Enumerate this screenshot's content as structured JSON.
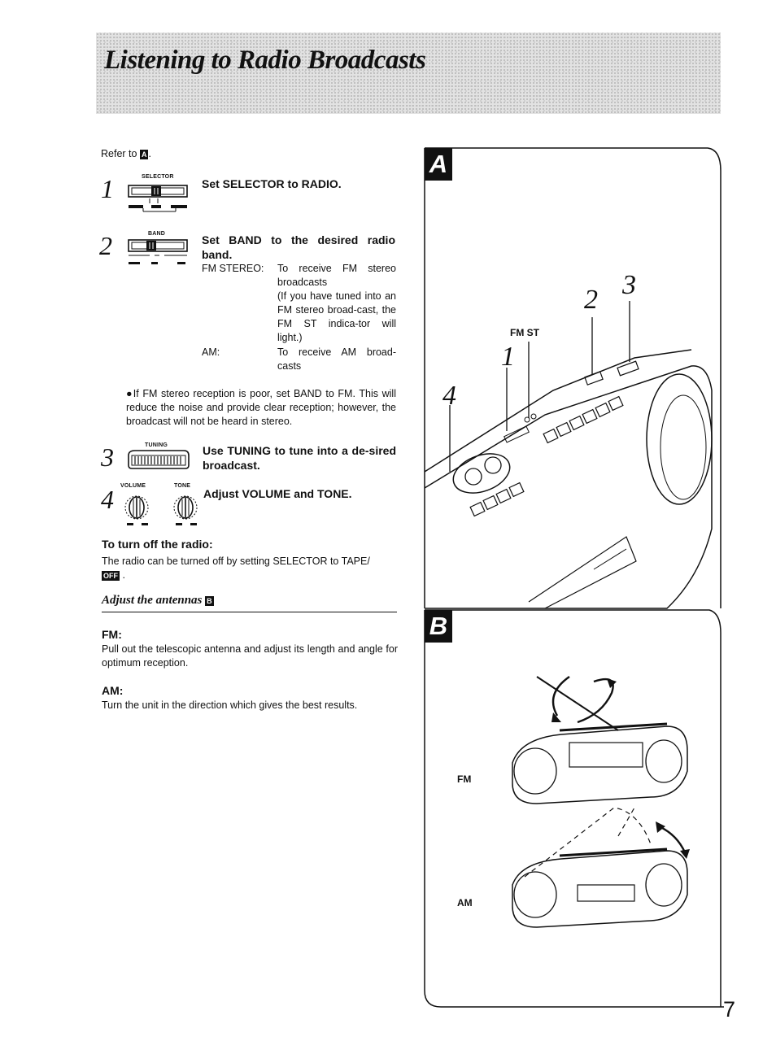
{
  "header": {
    "title": "Listening to Radio Broadcasts"
  },
  "refer": {
    "text": "Refer to",
    "tag": "A",
    "dot": "."
  },
  "steps": {
    "s1": {
      "num": "1",
      "icon_label": "SELECTOR",
      "text": "Set SELECTOR to RADIO."
    },
    "s2": {
      "num": "2",
      "icon_label": "BAND",
      "text": "Set BAND to the desired radio band.",
      "fm_label": "FM STEREO:",
      "fm_desc_1": "To receive FM stereo broadcasts",
      "fm_desc_2": "(If you have tuned into an FM stereo broad-cast, the FM ST indica-tor will light.)",
      "am_label": "AM:",
      "am_desc": "To receive AM broad-casts"
    },
    "note": "●If FM stereo reception is poor, set BAND to FM. This will reduce the noise and provide clear reception; however, the broadcast will not be heard in stereo.",
    "s3": {
      "num": "3",
      "icon_label": "TUNING",
      "text": "Use TUNING to tune into a de-sired broadcast."
    },
    "s4": {
      "num": "4",
      "icon_label_1": "VOLUME",
      "icon_label_2": "TONE",
      "text": "Adjust VOLUME and TONE."
    }
  },
  "turn_off": {
    "heading": "To turn off the radio:",
    "text": "The radio can be turned off by setting SELECTOR to TAPE/",
    "tag": "OFF",
    "dot": "."
  },
  "antennas": {
    "heading": "Adjust the antennas",
    "tag": "B",
    "fm_heading": "FM:",
    "fm_text": "Pull out the telescopic antenna and adjust its length and angle for optimum reception.",
    "am_heading": "AM:",
    "am_text": "Turn the unit in the direction which gives the best results."
  },
  "figure_a": {
    "letter": "A",
    "fmst": "FM ST",
    "n1": "1",
    "n2": "2",
    "n3": "3",
    "n4": "4"
  },
  "figure_b": {
    "letter": "B",
    "fm": "FM",
    "am": "AM"
  },
  "page_number": "7"
}
